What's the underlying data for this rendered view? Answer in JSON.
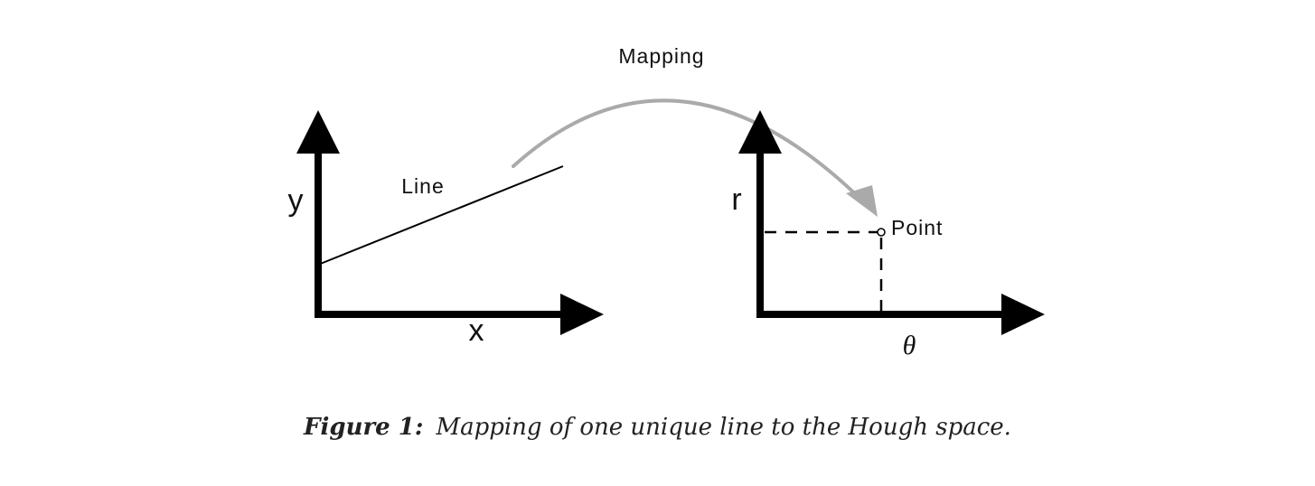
{
  "mapping": {
    "label": "Mapping"
  },
  "left_panel": {
    "y_axis_label": "y",
    "x_axis_label": "x",
    "line_label": "Line"
  },
  "right_panel": {
    "r_axis_label": "r",
    "theta_axis_label": "θ",
    "point_label": "Point"
  },
  "caption": {
    "label": "Figure 1:",
    "text": "Mapping of one unique line to the Hough space."
  },
  "colors": {
    "ink": "#000000",
    "arrow": "#aaaaaa",
    "text": "#111111"
  }
}
